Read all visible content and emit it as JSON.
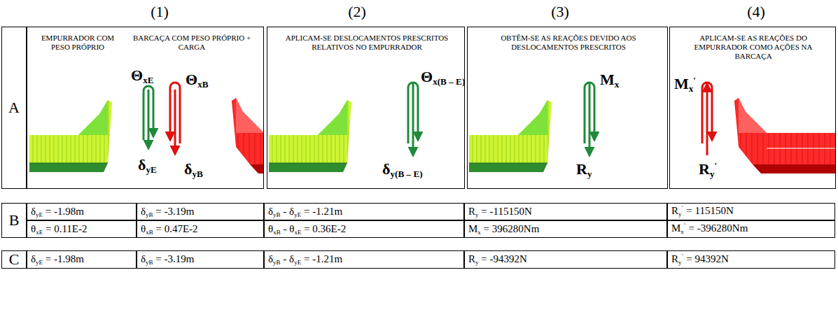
{
  "diagram": {
    "nodes": [
      {
        "text": [
          "A"
        ]
      },
      {
        "text": [
          "EMPURRADOR COM PESO PRÓPRIO",
          "BARCAÇA COM PESO PRÓPRIO + CARGA",
          "ΘxE",
          "ΘxB",
          "δyE",
          "δyB"
        ]
      },
      {
        "text": [
          "APLICAM-SE DESLOCAMENTOS PRESCRITOS RELATIVOS NO EMPURRADOR",
          "Θx(B – E)",
          "δy(B – E)"
        ]
      },
      {
        "text": [
          "OBTÊM-SE AS REAÇÕES DEVIDO AOS DESLOCAMENTOS PRESCRITOS",
          "Mx",
          "Ry"
        ]
      },
      {
        "text": [
          "APLICAM-SE AS REAÇÕES DO EMPURRADOR COMO AÇÕES NA BARCAÇA",
          "Mx'",
          "Ry'"
        ]
      },
      {
        "text": [
          "B"
        ]
      },
      {
        "text": [
          "δyE = -1.98m"
        ]
      },
      {
        "text": [
          "δyB = -3.19m"
        ]
      },
      {
        "text": [
          "δyB - δyE = -1.21m"
        ]
      },
      {
        "text": [
          "Ry = -115150N"
        ]
      },
      {
        "text": [
          "Ry` = 115150N"
        ]
      },
      {
        "text": [
          "θxE = 0.11E-2"
        ]
      },
      {
        "text": [
          "θxB = 0.47E-2"
        ]
      },
      {
        "text": [
          "θxB - θxE = 0.36E-2"
        ]
      },
      {
        "text": [
          "Mx = 396280Nm"
        ]
      },
      {
        "text": [
          "Mx` = -396280Nm"
        ]
      },
      {
        "text": [
          "C"
        ]
      },
      {
        "text": [
          "δyE = -1.98m"
        ]
      },
      {
        "text": [
          "δyB = -3.19m"
        ]
      },
      {
        "text": [
          "δyB - δyE = -1.21m"
        ]
      },
      {
        "text": [
          "Ry = -94392N"
        ]
      },
      {
        "text": [
          "Ry` = 94392N"
        ]
      }
    ],
    "labels": [
      "(1)",
      "(2)",
      "(3)",
      "(4)"
    ]
  }
}
